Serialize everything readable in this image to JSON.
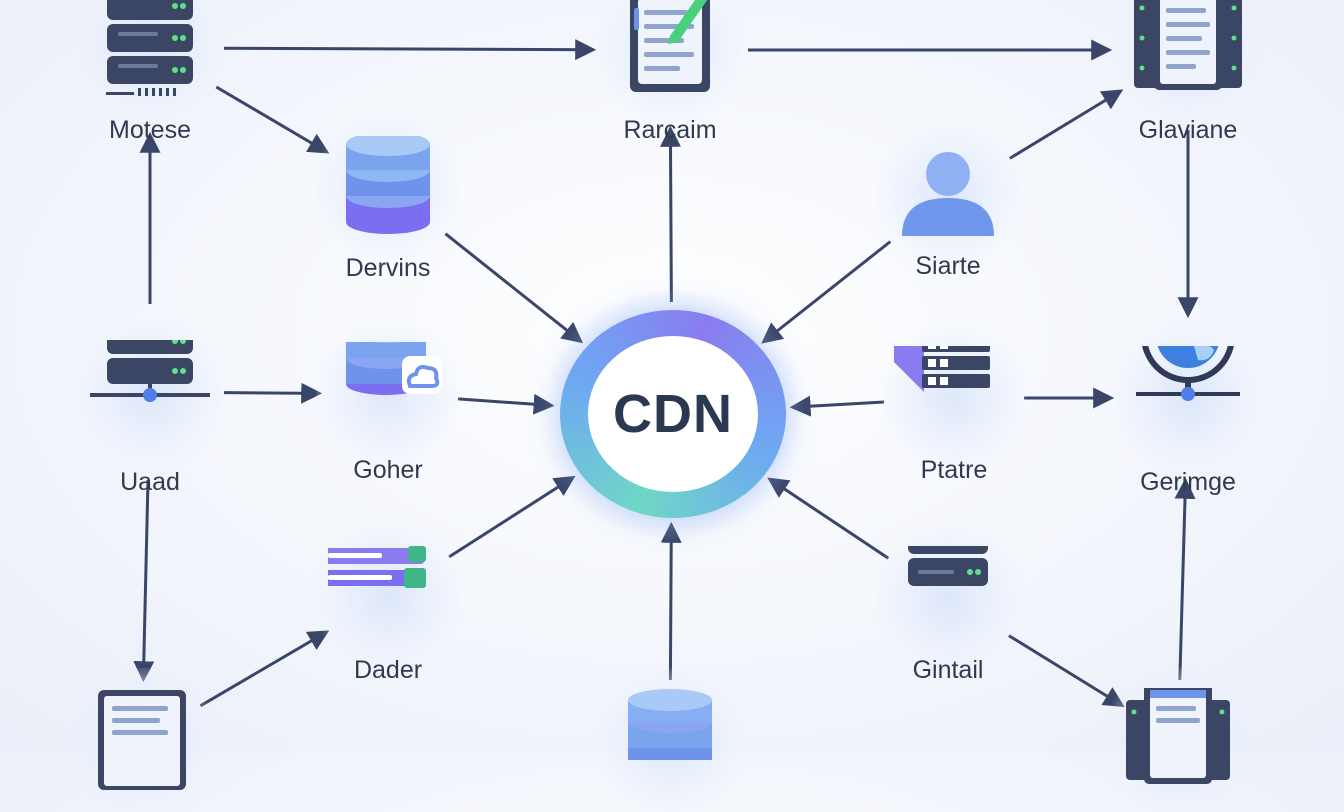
{
  "hub": {
    "label": "CDN"
  },
  "nodes": [
    {
      "id": "motese",
      "label": "Motese",
      "icon": "server-rack-icon"
    },
    {
      "id": "rarcaim",
      "label": "Rarcaim",
      "icon": "document-edit-icon"
    },
    {
      "id": "glaviane",
      "label": "Glaviane",
      "icon": "server-document-icon"
    },
    {
      "id": "dervins",
      "label": "Dervins",
      "icon": "database-icon"
    },
    {
      "id": "siarte",
      "label": "Siarte",
      "icon": "user-icon"
    },
    {
      "id": "uaad",
      "label": "Uaad",
      "icon": "network-server-icon"
    },
    {
      "id": "goher",
      "label": "Goher",
      "icon": "cloud-database-icon"
    },
    {
      "id": "ptatre",
      "label": "Ptatre",
      "icon": "layered-list-icon"
    },
    {
      "id": "gerimge",
      "label": "Gerimge",
      "icon": "globe-icon"
    },
    {
      "id": "dader",
      "label": "Dader",
      "icon": "stacked-list-icon"
    },
    {
      "id": "gintail",
      "label": "Gintail",
      "icon": "server-rack-icon"
    },
    {
      "id": "bottom-left-document",
      "label": "",
      "icon": "document-icon"
    },
    {
      "id": "bottom-database",
      "label": "",
      "icon": "database-icon"
    },
    {
      "id": "bottom-right-server",
      "label": "",
      "icon": "server-document-icon"
    }
  ],
  "edges": [
    {
      "from": "motese",
      "to": "rarcaim"
    },
    {
      "from": "rarcaim",
      "to": "glaviane"
    },
    {
      "from": "motese",
      "to": "dervins"
    },
    {
      "from": "uaad",
      "to": "motese"
    },
    {
      "from": "dervins",
      "to": "hub"
    },
    {
      "from": "hub",
      "to": "rarcaim"
    },
    {
      "from": "siarte",
      "to": "glaviane"
    },
    {
      "from": "siarte",
      "to": "hub"
    },
    {
      "from": "glaviane",
      "to": "gerimge"
    },
    {
      "from": "uaad",
      "to": "goher"
    },
    {
      "from": "goher",
      "to": "hub"
    },
    {
      "from": "ptatre",
      "to": "hub"
    },
    {
      "from": "ptatre",
      "to": "gerimge"
    },
    {
      "from": "uaad",
      "to": "bottom-left-document"
    },
    {
      "from": "bottom-left-document",
      "to": "dader"
    },
    {
      "from": "dader",
      "to": "hub"
    },
    {
      "from": "bottom-database",
      "to": "hub"
    },
    {
      "from": "gintail",
      "to": "hub"
    },
    {
      "from": "gintail",
      "to": "bottom-right-server"
    },
    {
      "from": "bottom-right-server",
      "to": "gerimge"
    }
  ],
  "colors": {
    "edge": "#3a4668",
    "server_body": "#3a4664",
    "server_led": "#5fe08a",
    "database_top": "#8fb7f3",
    "database_body": "#6f93ea",
    "database_accent": "#7a6ff0",
    "document_paper": "#eef3fc",
    "document_line": "#8fa5cf",
    "pen": "#49d07a",
    "globe": "#3f7fe0",
    "user": "#6f97ee"
  }
}
